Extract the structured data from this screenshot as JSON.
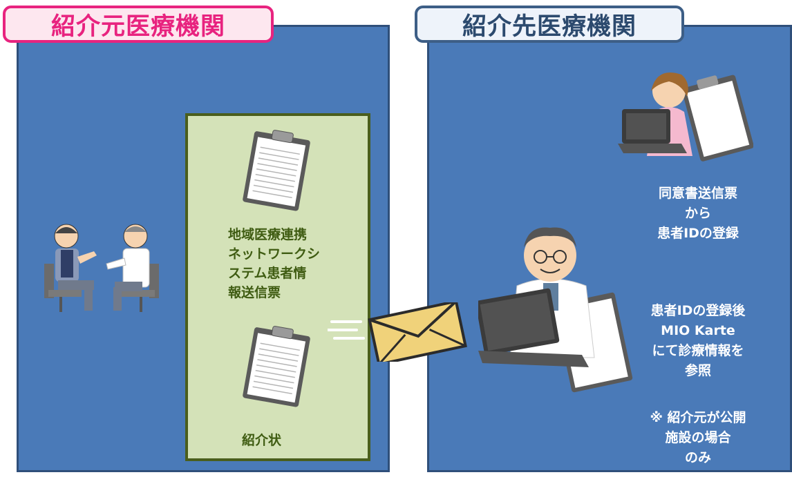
{
  "left_panel": {
    "title": "紹介元医療機関",
    "doc_label": "地域医療連携\nネットワークシ\nステム患者情\n報送信票",
    "letter_label": "紹介状"
  },
  "right_panel": {
    "title": "紹介先医療機関",
    "consent_text": "同意書送信票\nから\n患者IDの登録",
    "reference_text": "患者IDの登録後\nMIO Karte\nにて診療情報を\n参照",
    "note_text": "※ 紹介元が公開\n施設の場合\nのみ"
  },
  "colors": {
    "panel_bg": "#4a7ab8",
    "left_accent": "#e8237f",
    "right_accent": "#3d5e86",
    "doc_box_bg": "#d4e2b8",
    "envelope": "#f0d27a"
  },
  "icons": [
    "clipboard-icon",
    "clipboard-icon",
    "envelope-icon",
    "patient-doctor-illustration",
    "nurse-laptop-illustration",
    "doctor-laptop-illustration"
  ]
}
